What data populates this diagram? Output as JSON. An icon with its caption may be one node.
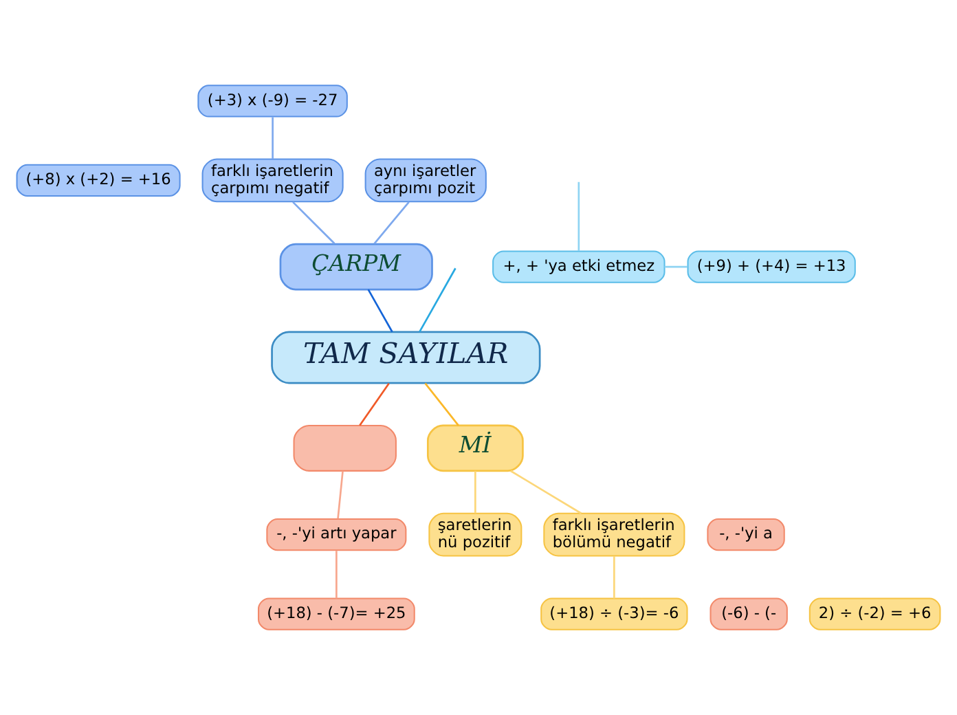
{
  "diagram": {
    "nodes": [
      {
        "text": [
          "(+8) x (+2) = +16"
        ]
      },
      {
        "text": [
          "(+3) x (-9) = -27"
        ]
      },
      {
        "text": [
          "farklı işaretlerin çarpımı negatif"
        ]
      },
      {
        "text": [
          "aynı işaretler çarpımı pozit"
        ]
      },
      {
        "text": [
          "+, + 'ya etki etmez"
        ]
      },
      {
        "text": [
          "(+9) + (+4) = +13"
        ]
      },
      {
        "text": [
          "ÇARPM"
        ]
      },
      {
        "text": [
          "TAM SAYILAR"
        ]
      },
      {
        "text": [],
        "shape": "box"
      },
      {
        "text": [
          "Mİ"
        ]
      },
      {
        "text": [
          "(+18) - (-7)= +25"
        ]
      },
      {
        "text": [
          "-, -'yi artı yapar"
        ]
      },
      {
        "text": [
          "-, -'yi a"
        ]
      },
      {
        "text": [
          "(-6) - (-"
        ]
      },
      {
        "text": [
          "şaretlerin nü pozitif"
        ]
      },
      {
        "text": [
          "farklı işaretlerin bölümü negatif"
        ]
      },
      {
        "text": [
          "(+18) ÷ (-3)= -6"
        ]
      },
      {
        "text": [
          "2) ÷ (-2) = +6"
        ]
      }
    ],
    "edges": [
      {
        "from": 7,
        "to": 6,
        "arrow": "none",
        "color": "#1565d8"
      },
      {
        "from": 7,
        "to": null,
        "arrow": "none",
        "color": "#29a9e1"
      },
      {
        "from": 7,
        "to": 9,
        "arrow": "none",
        "color": "#fbb829"
      },
      {
        "from": 7,
        "to": 8,
        "arrow": "none",
        "color": "#f05a28"
      },
      {
        "from": 6,
        "to": 2,
        "arrow": "none",
        "color": "#7ea9ee"
      },
      {
        "from": 6,
        "to": 3,
        "arrow": "none",
        "color": "#7ea9ee"
      },
      {
        "from": 2,
        "to": 1,
        "arrow": "none",
        "color": "#7ea9ee"
      },
      {
        "from": null,
        "to": 4,
        "arrow": "none",
        "color": "#8fd4f3"
      },
      {
        "from": 4,
        "to": 5,
        "arrow": "none",
        "color": "#8fd4f3"
      },
      {
        "from": 9,
        "to": 14,
        "arrow": "none",
        "color": "#fcd77a"
      },
      {
        "from": 9,
        "to": 15,
        "arrow": "none",
        "color": "#fcd77a"
      },
      {
        "from": 15,
        "to": 16,
        "arrow": "none",
        "color": "#fcd77a"
      },
      {
        "from": 8,
        "to": 11,
        "arrow": "none",
        "color": "#f7a78e"
      },
      {
        "from": 11,
        "to": 10,
        "arrow": "none",
        "color": "#f7a78e"
      }
    ]
  }
}
